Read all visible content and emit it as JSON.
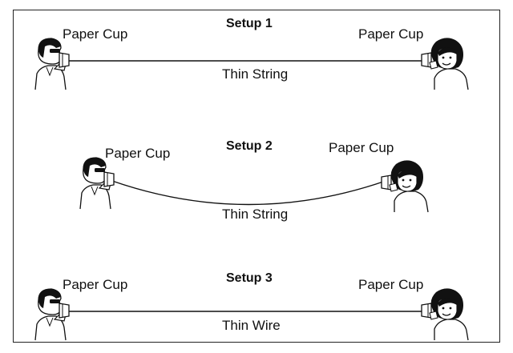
{
  "setups": [
    {
      "title": "Setup 1",
      "left_cup_label": "Paper Cup",
      "right_cup_label": "Paper Cup",
      "line_label": "Thin String",
      "line_type": "string",
      "line_shape": "taut"
    },
    {
      "title": "Setup 2",
      "left_cup_label": "Paper Cup",
      "right_cup_label": "Paper Cup",
      "line_label": "Thin String",
      "line_type": "string",
      "line_shape": "slack"
    },
    {
      "title": "Setup 3",
      "left_cup_label": "Paper Cup",
      "right_cup_label": "Paper Cup",
      "line_label": "Thin Wire",
      "line_type": "wire",
      "line_shape": "taut"
    }
  ],
  "colors": {
    "ink": "#111111",
    "frame": "#222222",
    "background": "#ffffff"
  }
}
